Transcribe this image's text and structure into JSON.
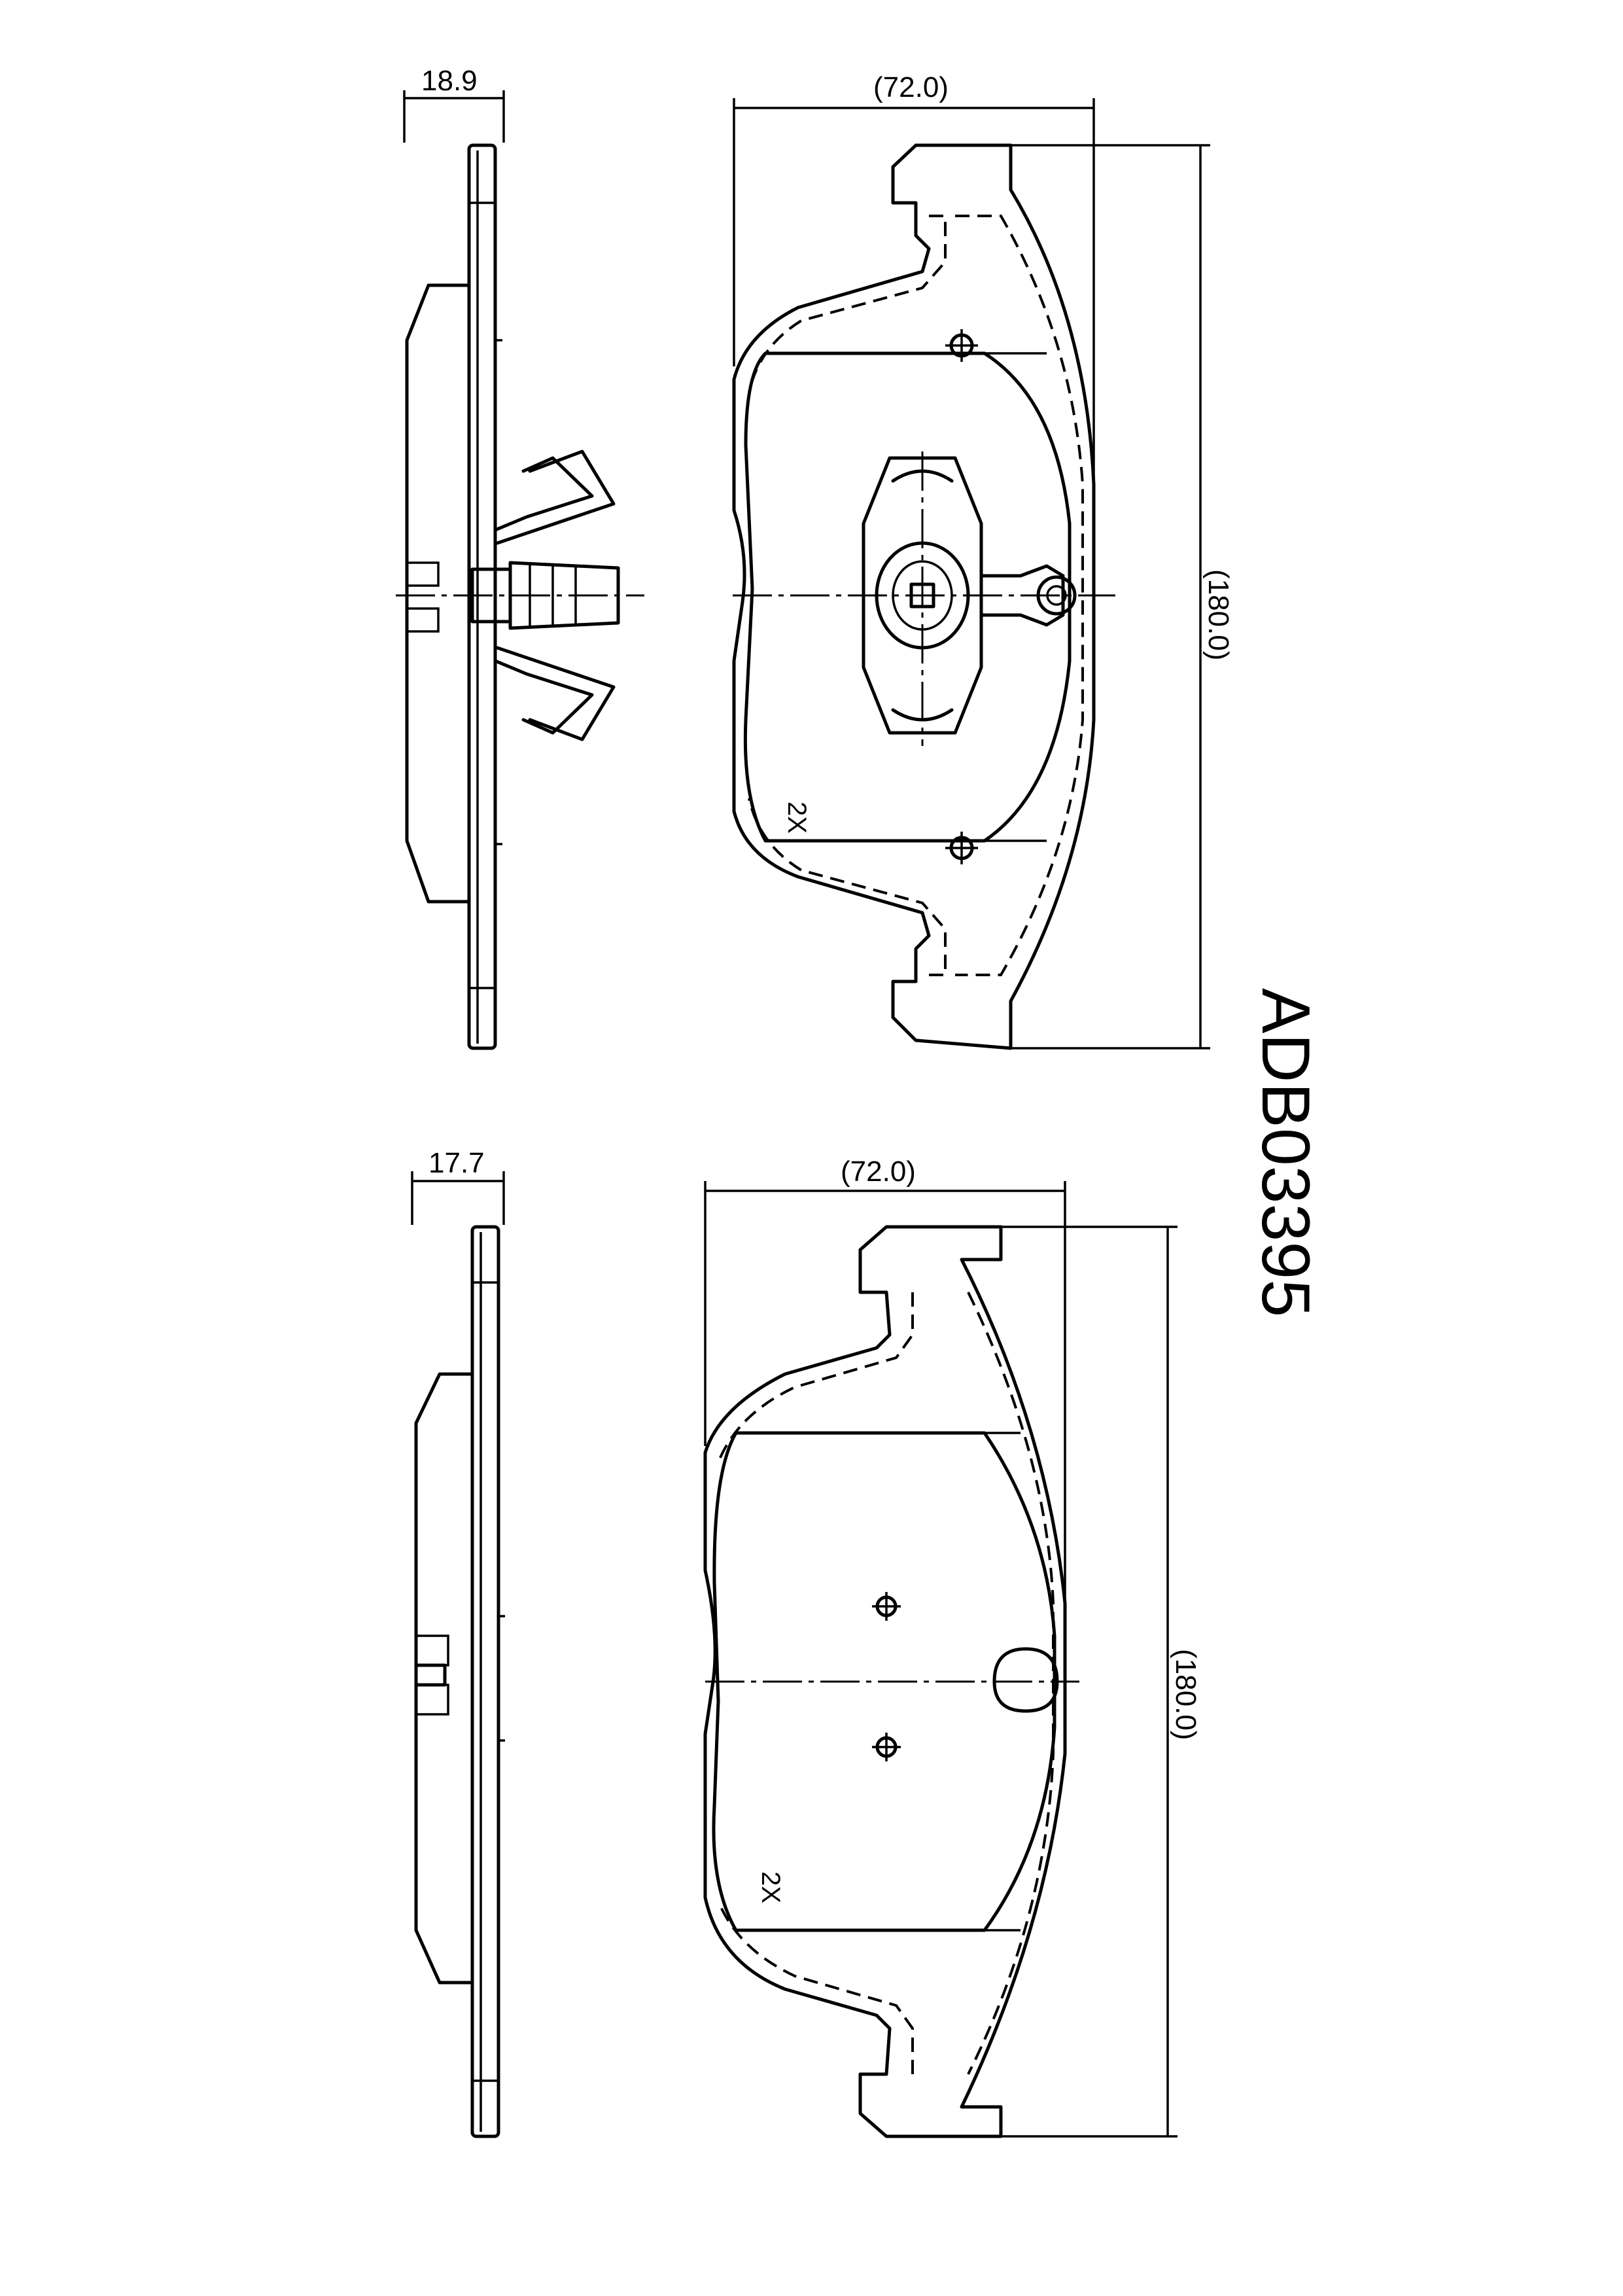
{
  "part_number": "ADB03395",
  "views": {
    "top": {
      "thickness_dim": "18.9",
      "width_dim": "(72.0)",
      "height_dim": "(180.0)",
      "note": "2X"
    },
    "bottom": {
      "thickness_dim": "17.7",
      "width_dim": "(72.0)",
      "height_dim": "(180.0)",
      "note": "2X"
    }
  }
}
